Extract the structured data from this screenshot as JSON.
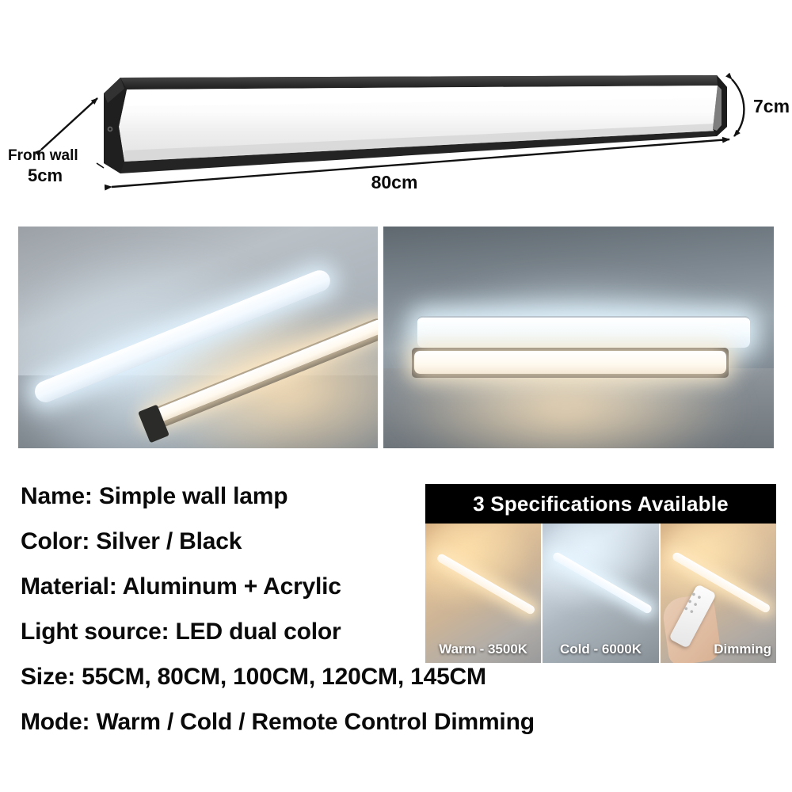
{
  "page": {
    "kind": "product-listing-infographic",
    "background": "#ffffff"
  },
  "diagram": {
    "name": "led-wall-lamp-dimension-diagram",
    "labels": {
      "from_wall_title": "From wall",
      "from_wall_value": "5cm",
      "length": "80cm",
      "height": "7cm"
    },
    "colors": {
      "body": "#2b2b2b",
      "diffuser": "#f2f2f2",
      "line": "#111111"
    }
  },
  "photos": [
    {
      "name": "photo-two-lamps-diagonal",
      "caption": "",
      "lamps": [
        {
          "finish": "silver",
          "light": "cold-white",
          "tint": "#f4f9ff"
        },
        {
          "finish": "black",
          "light": "warm-white",
          "tint": "#fff3df"
        }
      ]
    },
    {
      "name": "photo-two-lamps-horizontal",
      "caption": "",
      "lamps": [
        {
          "finish": "silver",
          "light": "cold-white",
          "tint": "#f6fbff"
        },
        {
          "finish": "black",
          "light": "warm-white",
          "tint": "#fff1da"
        }
      ]
    }
  ],
  "specs": {
    "lines": [
      "Name: Simple wall lamp",
      "Color: Silver / Black",
      "Material: Aluminum + Acrylic",
      "Light source: LED dual color",
      "Size: 55CM, 80CM, 100CM, 120CM, 145CM",
      "Mode: Warm / Cold / Remote Control Dimming"
    ],
    "fields": {
      "name_label": "Name:",
      "name_value": "Simple wall lamp",
      "color_label": "Color:",
      "color_value": "Silver / Black",
      "material_label": "Material:",
      "material_value": "Aluminum + Acrylic",
      "light_source_label": "Light source:",
      "light_source_value": "LED dual color",
      "size_label": "Size:",
      "size_value": "55CM, 80CM, 100CM, 120CM, 145CM",
      "mode_label": "Mode:",
      "mode_value": "Warm / Cold / Remote Control Dimming"
    },
    "sizes": [
      "55CM",
      "80CM",
      "100CM",
      "120CM",
      "145CM"
    ],
    "modes": [
      "Warm",
      "Cold",
      "Remote Control Dimming"
    ],
    "colors_available": [
      "Silver",
      "Black"
    ]
  },
  "spec_block": {
    "banner": "3 Specifications Available",
    "banner_bg": "#000000",
    "banner_text_color": "#ffffff",
    "cells": [
      {
        "caption": "Warm - 3500K",
        "kelvin": 3500,
        "tint": "#e8b066",
        "name": "spec-cell-warm"
      },
      {
        "caption": "Cold - 6000K",
        "kelvin": 6000,
        "tint": "#cfe0ec",
        "name": "spec-cell-cold"
      },
      {
        "caption": "Dimming",
        "kelvin": null,
        "tint": "#e3b477",
        "name": "spec-cell-dimming"
      }
    ]
  }
}
